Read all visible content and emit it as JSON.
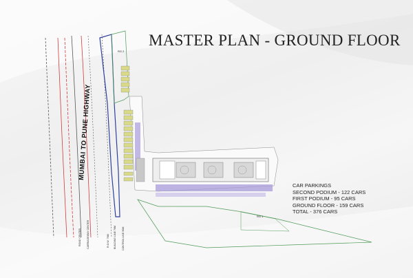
{
  "title": "MASTER PLAN - GROUND FLOOR",
  "highway_label": "MUMBAI TO PUNE HIGHWAY",
  "road_labels": [
    "ROAD CENTER",
    "CARRIAGEWAY CENTER",
    "R.O.W. 76M",
    "BUILDING LINE 76M",
    "CONTROL LINE 90M"
  ],
  "parking": {
    "heading": "CAR PARKINGS",
    "lines": [
      "SECOND PODIUM - 122 CARS",
      "FIRST PODIUM - 95 CARS",
      "GROUND FLOOR - 159 CARS",
      "TOTAL - 376 CARS"
    ]
  },
  "zones": {
    "rg2": "RG 2",
    "rg1": "RG 1"
  },
  "colors": {
    "road_red": "#d33a3a",
    "boundary_blue": "#2f3f9c",
    "green_outline": "#4e9a57",
    "parking_lavender": "#a89bd9",
    "villa_yellow": "#d9d98a"
  }
}
